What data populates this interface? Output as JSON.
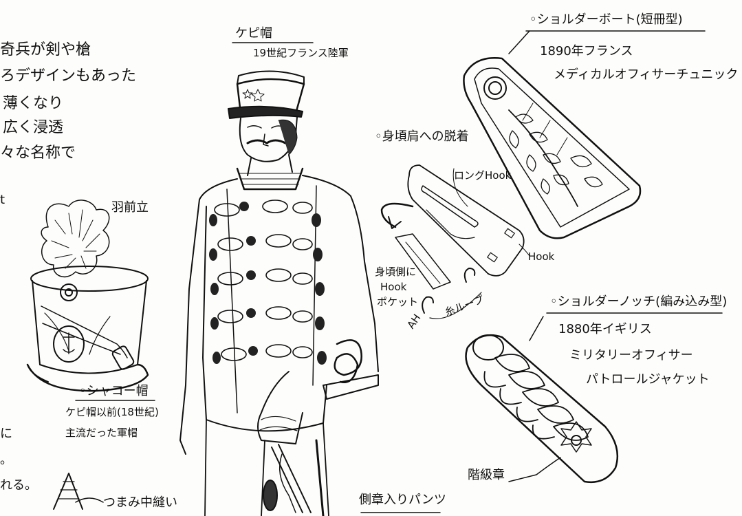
{
  "left_text_lines": [
    "奇兵が剣や槍",
    "ろデザインもあった",
    "薄くなり",
    "広く浸透",
    "々な名称で",
    "t",
    "に",
    "。",
    "れる。"
  ],
  "kepi": {
    "title": "ケピ帽",
    "subtitle": "19世紀フランス陸軍"
  },
  "plume": {
    "label": "羽前立"
  },
  "shako": {
    "title": "◦シャコー帽",
    "desc_line1": "ケピ帽以前(18世紀)",
    "desc_line2": "主流だった軍帽"
  },
  "shoulder_board": {
    "title": "◦ショルダーボート(短冊型)",
    "desc_line1": "1890年フランス",
    "desc_line2": "メディカルオフィサーチュニック"
  },
  "attachment": {
    "title": "◦身頃肩への脱着",
    "long_hook": "ロングHook",
    "hook": "Hook",
    "pocket_line1": "身頃側に",
    "pocket_line2": "Hook",
    "pocket_line3": "ポケット",
    "ah": "AH",
    "loop": "糸ループ"
  },
  "shoulder_knot": {
    "title": "◦ショルダーノッチ(編み込み型)",
    "desc_line1": "1880年イギリス",
    "desc_line2": "ミリタリーオフィサー",
    "desc_line3": "パトロールジャケット",
    "rank_badge": "階級章"
  },
  "bottom": {
    "stitch": "つまみ中縫い",
    "pants": "側章入りパンツ"
  }
}
